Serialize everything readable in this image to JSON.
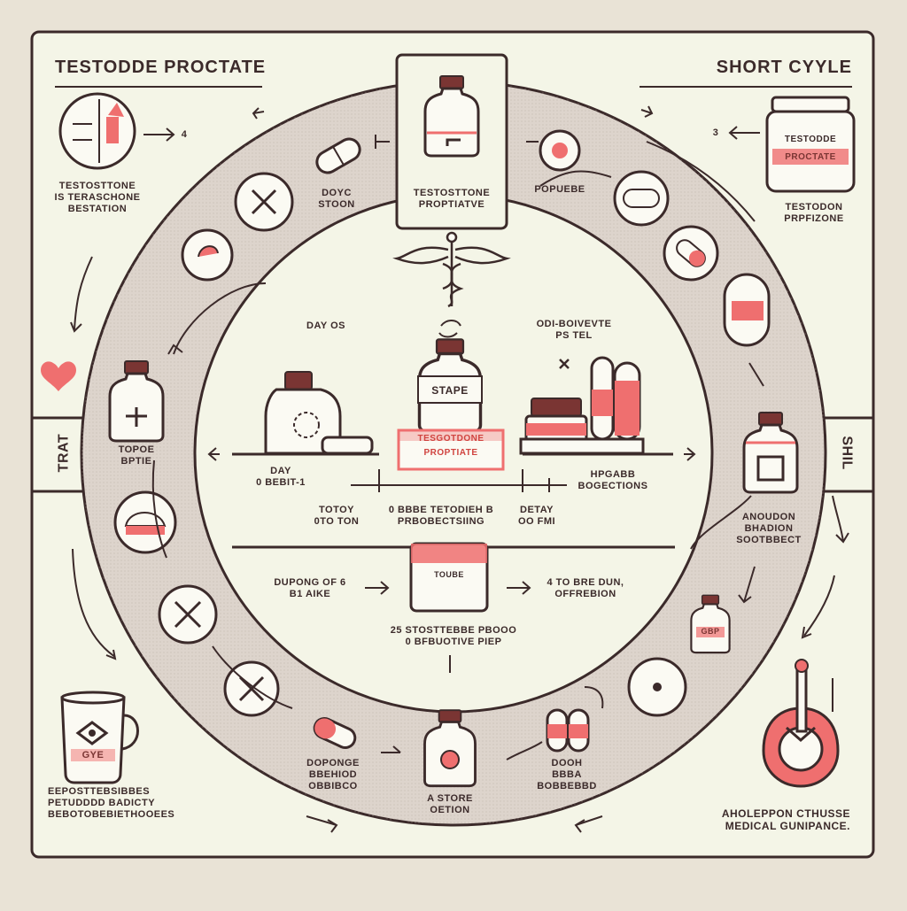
{
  "header": {
    "title_left": "TESTODDE PROCTATE",
    "title_right": "SHORT CYYLE"
  },
  "sides": {
    "left_vertical": "TRAT",
    "right_vertical": "SHIL"
  },
  "corners": {
    "top_left_label": "TESTOSTTONE\nIS TERASCHONE\nBESTATION",
    "top_left_arrow_num": "4",
    "top_right_label": "TESTODON\nPRPFIZONE",
    "top_right_arrow_num": "3",
    "top_right_bottle_line1": "TESTODDE",
    "top_right_bottle_line2": "PROCTATE",
    "bottom_left_label": "EEPOSTTEBSIBBES\nPETUDDDD BADICTY\nBEBOTOBEBIETHOOEES",
    "bottom_left_mug": "GYE",
    "bottom_right_label": "AHOLEPPON CTHUSSE\nMEDICAL GUNIPANCE."
  },
  "ring": {
    "top_center_label": "TESTOSTTONE\nPROPTIATVE",
    "top_left_pill_label": "DOYC\nSTOON",
    "top_right_pill_label": "POPUEBE",
    "left_bottle_label": "TOPOE\nBPTIE",
    "right_bottle_label": "ANOUDON\nBHADION\nSOOTBBECT",
    "right_small_bottle_label": "GBP",
    "bottom_center_label": "A STORE\nOETION",
    "bottom_left_label": "DOPONGE\nBBEHIOD\nOBBIBCO",
    "bottom_right_label": "DOOH\nBBBA\nBOBBEBBD"
  },
  "center": {
    "day_label": "DAY OS",
    "top_right_label": "ODI-BOIVEVTE\nPS TEL",
    "jar_label": "STAPE",
    "banner_line1": "TESGOTDONE",
    "banner_line2": "PROPTIATE",
    "left_under": "DAY\n0 BEBIT-1",
    "right_under": "HPGABB\nBOGECTIONS",
    "sub_left": "TOTOY\n0TO TON",
    "sub_mid": "0 BBBE TETODIEH B\nPRBOBECTSIING",
    "sub_right": "DETAY\nOO FMI",
    "lower_left": "DUPONG OF 6\nB1 AIKE",
    "lower_box": "TOUBE",
    "lower_right": "4 TO BRE DUN,\nOFFREBION",
    "bottom_text": "25 STOSTTEBBE PBOOO\n0 BFBUOTIVE PIEP"
  },
  "colors": {
    "background": "#e9e3d6",
    "panel": "#f4f5e7",
    "ring": "#ddd4cc",
    "line": "#3b2a2a",
    "cap": "#7a3533",
    "accent": "#ef6f6f"
  },
  "icons": [
    "caduceus-icon",
    "heart-icon",
    "pill-icon",
    "no-symbol-icon",
    "bottle-icon",
    "mug-icon",
    "medical-device-icon"
  ]
}
